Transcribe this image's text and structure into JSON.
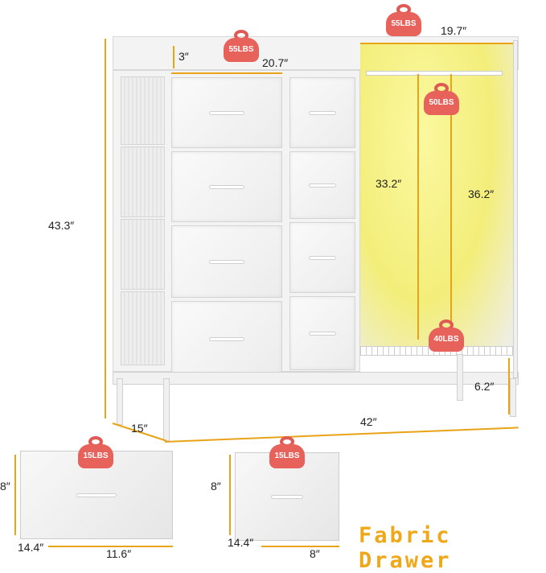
{
  "weights": {
    "top_left": "55LBS",
    "top_right": "55LBS",
    "hanger": "50LBS",
    "bottom_shelf": "40LBS",
    "bin_large": "15LBS",
    "bin_small": "15LBS"
  },
  "dimensions": {
    "top_right_width": "19.7″",
    "top_shelf_height": "3″",
    "top_left_width": "20.7″",
    "hanging_height": "33.2″",
    "right_height": "36.2″",
    "total_height": "43.3″",
    "bottom_clearance": "6.2″",
    "depth": "15″",
    "total_width": "42″",
    "bin_large_height": "8″",
    "bin_large_depth": "14.4″",
    "bin_large_width": "11.6″",
    "bin_small_height": "8″",
    "bin_small_depth": "14.4″",
    "bin_small_width": "8″"
  },
  "caption": "Fabric Drawer",
  "colors": {
    "accent": "#e8a317",
    "weight": "#e8625c",
    "glow": "#f5f28a"
  }
}
